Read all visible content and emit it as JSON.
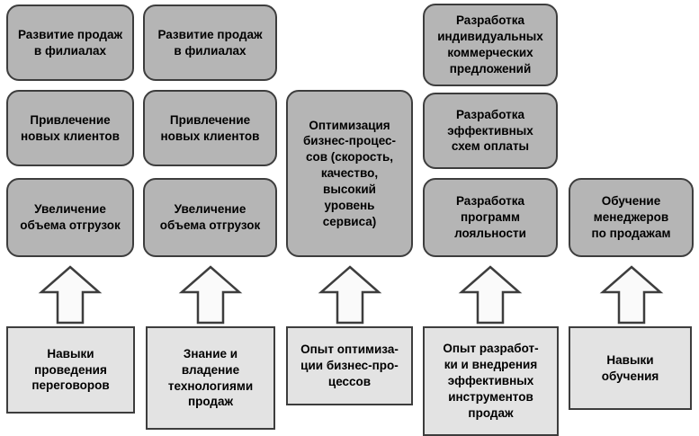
{
  "colors": {
    "goal-fill": "#b5b5b5",
    "skill-fill": "#e3e3e3",
    "line": "#3d3d3d",
    "arrow-fill": "#fafafa"
  },
  "icons": {
    "up_arrow": "block-arrow-up"
  },
  "columns": [
    {
      "goals": [
        "Развитие продаж\nв филиалах",
        "Привлечение\nновых клиентов",
        "Увеличение\nобъема отгрузок"
      ],
      "skill": "Навыки\nпроведения\nпереговоров"
    },
    {
      "goals": [
        "Развитие продаж\nв филиалах",
        "Привлечение\nновых клиентов",
        "Увеличение\nобъема отгрузок"
      ],
      "skill": "Знание и\nвладение\nтехнологиями\nпродаж"
    },
    {
      "goals": [
        "Оптимизация\nбизнес-процес-\nсов (скорость,\nкачество,\nвысокий\nуровень\nсервиса)"
      ],
      "skill": "Опыт оптимиза-\nции бизнес-про-\nцессов"
    },
    {
      "goals": [
        "Разработка\nиндивидуальных\nкоммерческих\nпредложений",
        "Разработка\nэффективных\nсхем оплаты",
        "Разработка\nпрограмм\nлояльности"
      ],
      "skill": "Опыт разработ-\nки и внедрения\nэффективных\nинструментов\nпродаж"
    },
    {
      "goals": [
        "Обучение\nменеджеров\nпо продажам"
      ],
      "skill": "Навыки\nобучения"
    }
  ]
}
